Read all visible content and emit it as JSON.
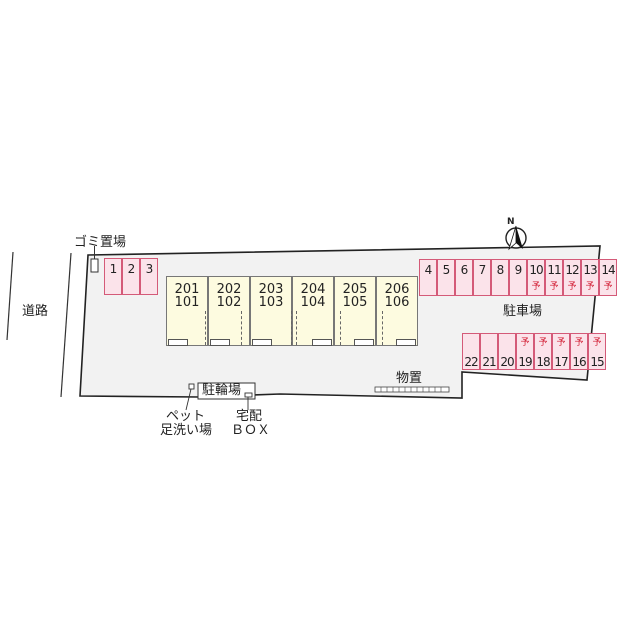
{
  "labels": {
    "road": "道路",
    "garbage": "ゴミ置場",
    "parking": "駐車場",
    "bicycle": "駐輪場",
    "storage": "物置",
    "pet_wash_line1": "ペット",
    "pet_wash_line2": "足洗い場",
    "delivery_line1": "宅配",
    "delivery_line2": "ＢＯＸ",
    "north": "N"
  },
  "reserved_mark": "予",
  "colors": {
    "parking_fill": "#fbe3ea",
    "parking_border": "#d45a78",
    "reserved_text": "#d0162c",
    "unit_fill": "#fdfbe0",
    "lot_fill": "#f2f2f2"
  },
  "units": [
    {
      "upper": "201",
      "lower": "101"
    },
    {
      "upper": "202",
      "lower": "102"
    },
    {
      "upper": "203",
      "lower": "103"
    },
    {
      "upper": "204",
      "lower": "104"
    },
    {
      "upper": "205",
      "lower": "105"
    },
    {
      "upper": "206",
      "lower": "106"
    }
  ],
  "parking_left": [
    {
      "no": "1",
      "reserved": false
    },
    {
      "no": "2",
      "reserved": false
    },
    {
      "no": "3",
      "reserved": false
    }
  ],
  "parking_top_right": [
    {
      "no": "4",
      "reserved": false
    },
    {
      "no": "5",
      "reserved": false
    },
    {
      "no": "6",
      "reserved": false
    },
    {
      "no": "7",
      "reserved": false
    },
    {
      "no": "8",
      "reserved": false
    },
    {
      "no": "9",
      "reserved": false
    },
    {
      "no": "10",
      "reserved": true
    },
    {
      "no": "11",
      "reserved": true
    },
    {
      "no": "12",
      "reserved": true
    },
    {
      "no": "13",
      "reserved": true
    },
    {
      "no": "14",
      "reserved": true
    }
  ],
  "parking_bottom_right": [
    {
      "no": "22",
      "reserved": false
    },
    {
      "no": "21",
      "reserved": false
    },
    {
      "no": "20",
      "reserved": false
    },
    {
      "no": "19",
      "reserved": true
    },
    {
      "no": "18",
      "reserved": true
    },
    {
      "no": "17",
      "reserved": true
    },
    {
      "no": "16",
      "reserved": true
    },
    {
      "no": "15",
      "reserved": true
    }
  ]
}
